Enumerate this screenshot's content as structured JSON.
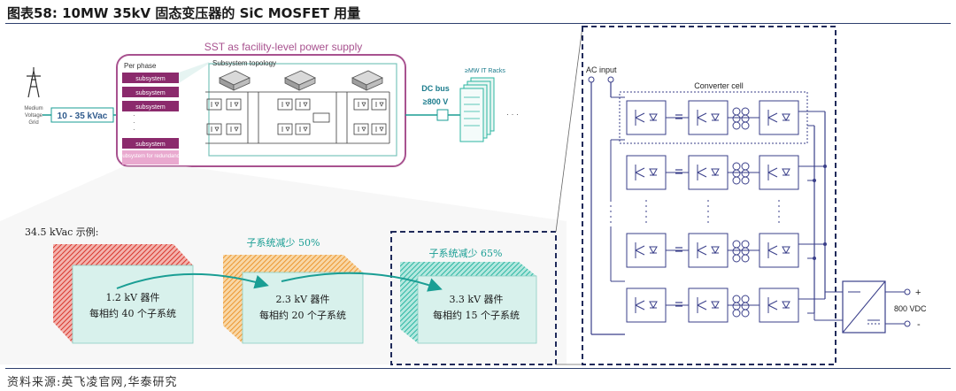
{
  "header": {
    "title": "图表58:  10MW 35kV 固态变压器的 SiC MOSFET 用量"
  },
  "facility": {
    "heading": "SST as facility-level power supply",
    "per_phase": "Per phase",
    "subsystems": [
      "subsystem",
      "subsystem",
      "subsystem",
      "subsystem"
    ],
    "redundancy": "Subsystem for redundancy",
    "topology": "Subsystem topology",
    "grid_label": "Medium Voltage Grid",
    "voltage_badge": "10 - 35 kVac",
    "dc_bus_label": "DC bus",
    "dc_bus_value": "≥800 V",
    "racks_label": "≥MW IT Racks"
  },
  "comparison": {
    "example_label": "34.5 kVac 示例:",
    "stacks": [
      {
        "line1": "1.2 kV 器件",
        "line2": "每相约 40 个子系统",
        "color": "#e0342c",
        "reduction": ""
      },
      {
        "line1": "2.3 kV 器件",
        "line2": "每相约 20 个子系统",
        "color": "#f2a23a",
        "reduction": "子系统减少 50%"
      },
      {
        "line1": "3.3 kV 器件",
        "line2": "每相约 15 个子系统",
        "color": "#2bb6a2",
        "reduction": "子系统减少 65%"
      }
    ]
  },
  "converter": {
    "ac_input": "AC input",
    "cell_label": "Converter cell",
    "output_voltage": "800 VDC",
    "plus": "+",
    "minus": "-"
  },
  "colors": {
    "accent_purple": "#a8528f",
    "dark_purple": "#8b2a6c",
    "teal": "#1a9e94",
    "navy": "#1f2a5a",
    "circuit": "#3a3f8a"
  },
  "footer": {
    "source": "资料来源:英飞凌官网,华泰研究"
  }
}
